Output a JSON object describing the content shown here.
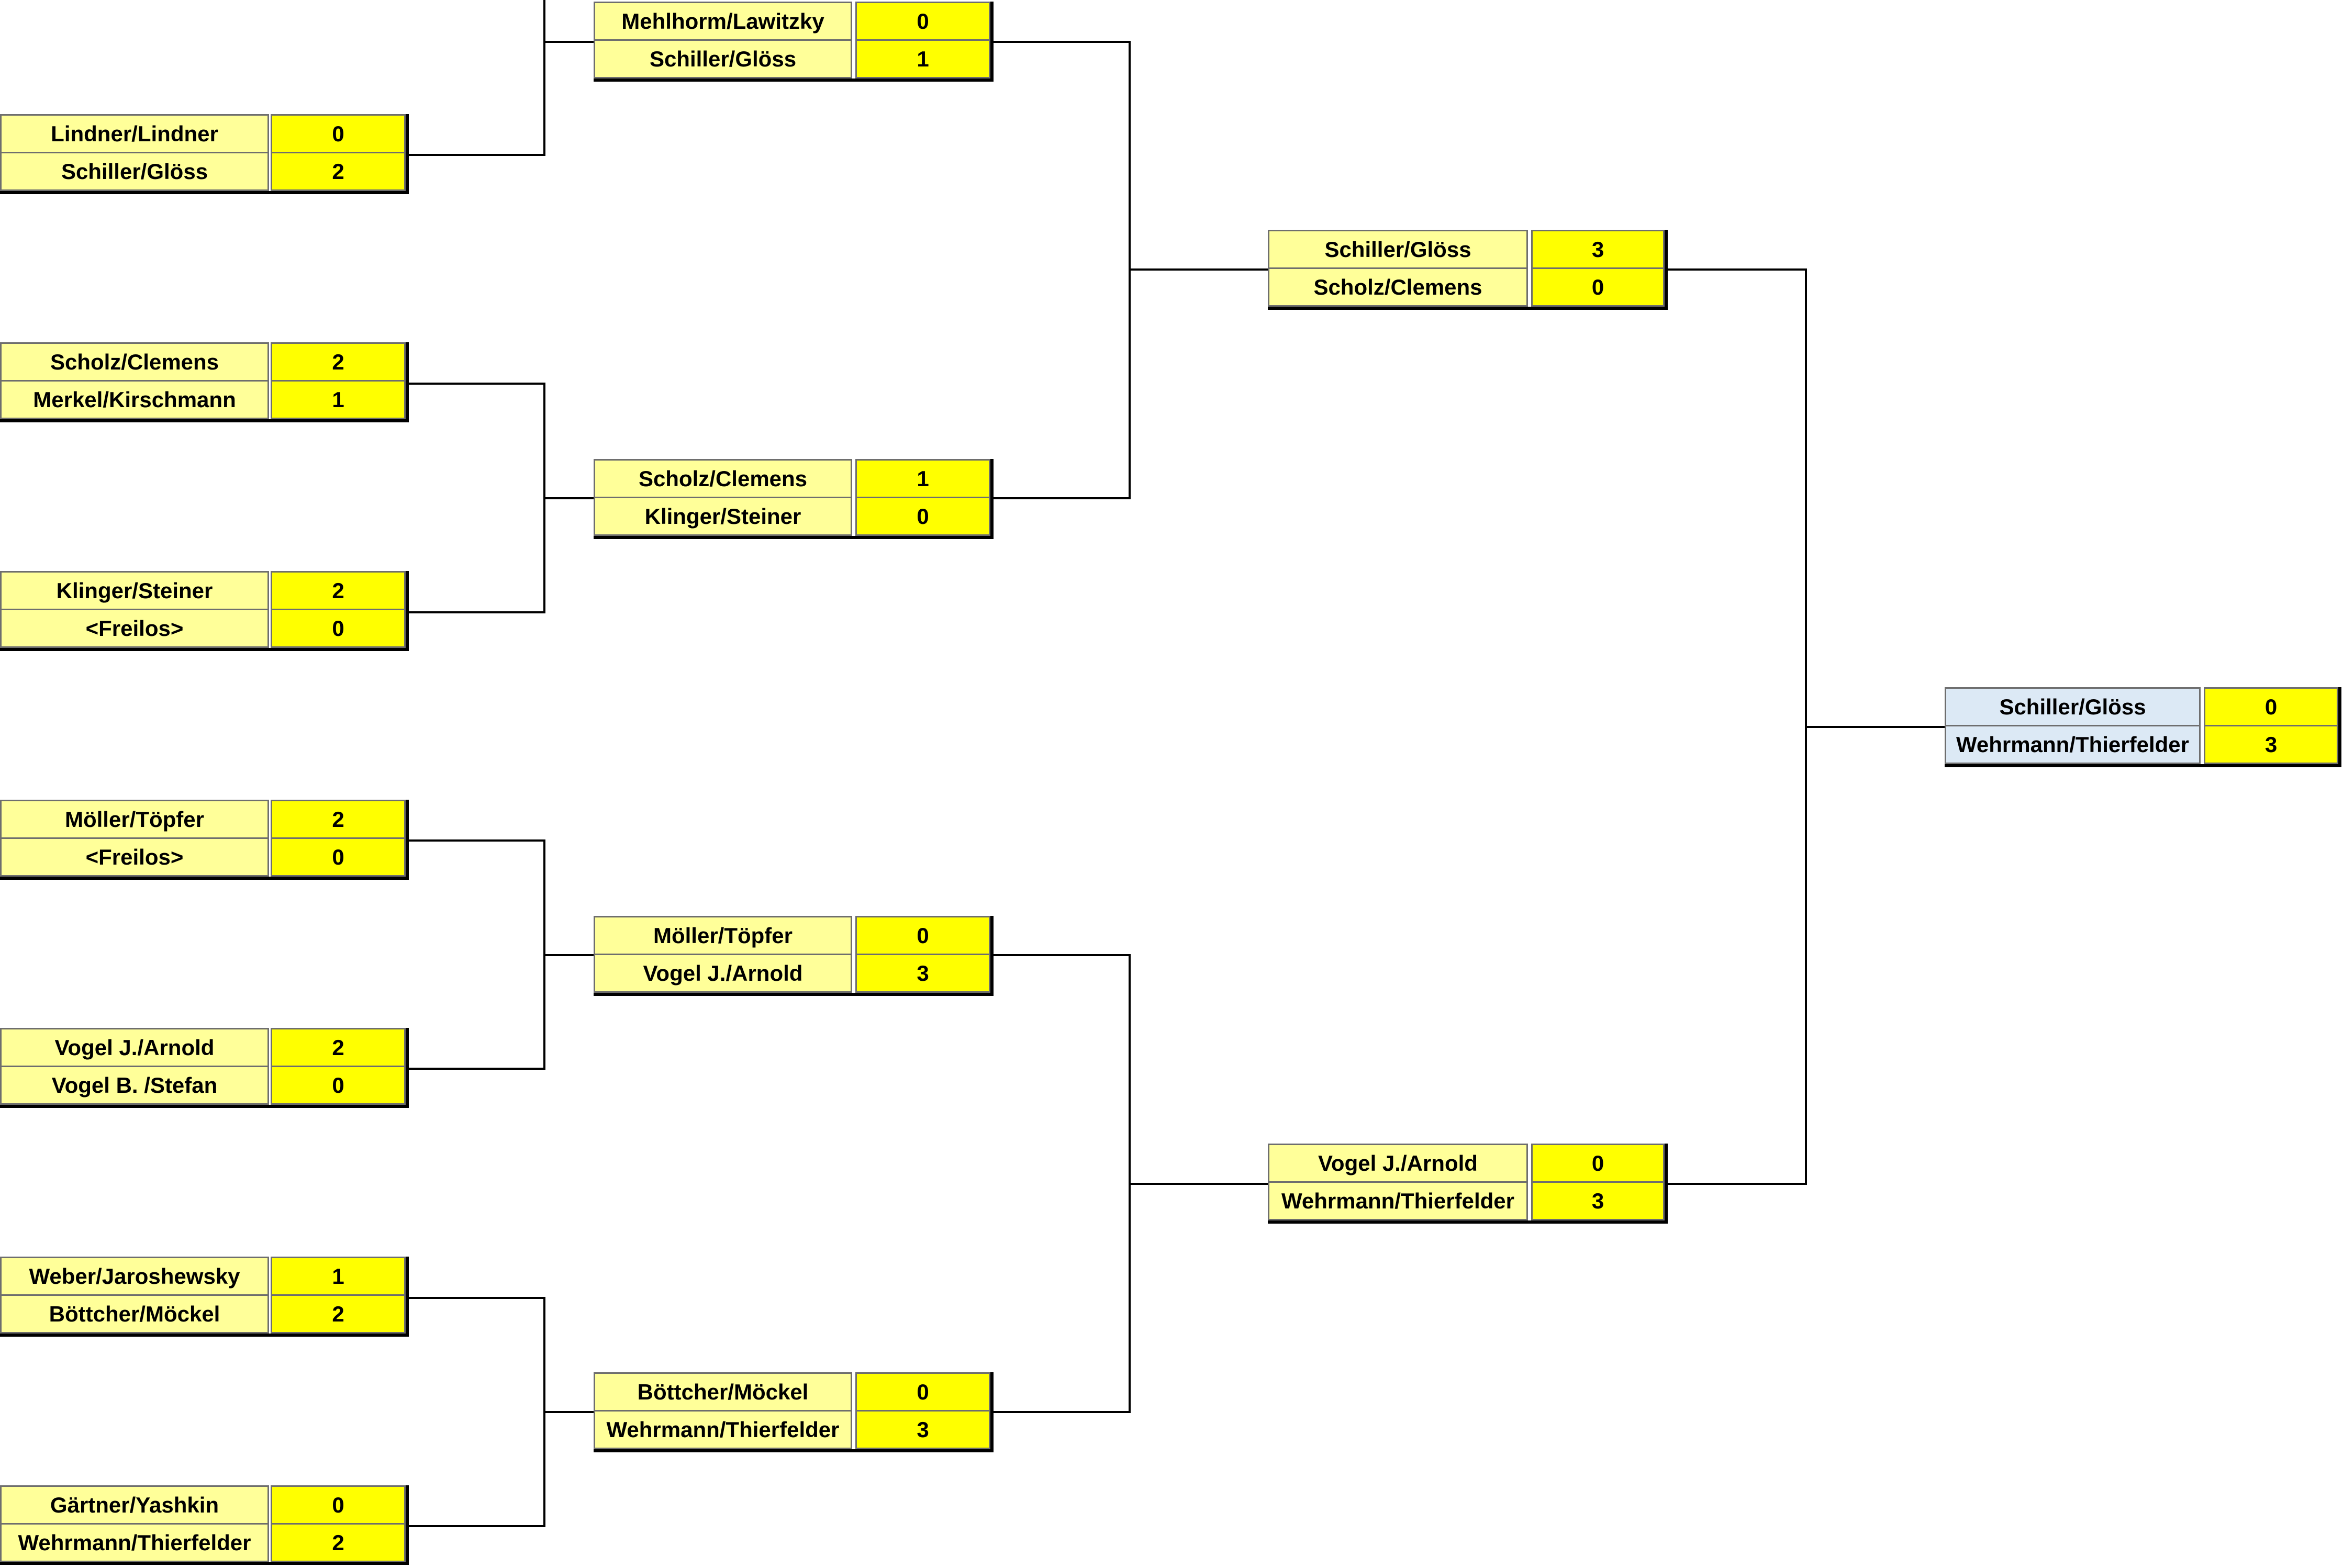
{
  "rounds": [
    {
      "round": 1,
      "matches": [
        {
          "id": "r1m1",
          "teams": [
            {
              "name": "Lindner/Lindner",
              "score": "0"
            },
            {
              "name": "Schiller/Glöss",
              "score": "2"
            }
          ]
        },
        {
          "id": "r1m2",
          "teams": [
            {
              "name": "Scholz/Clemens",
              "score": "2"
            },
            {
              "name": "Merkel/Kirschmann",
              "score": "1"
            }
          ]
        },
        {
          "id": "r1m3",
          "teams": [
            {
              "name": "Klinger/Steiner",
              "score": "2"
            },
            {
              "name": "<Freilos>",
              "score": "0"
            }
          ]
        },
        {
          "id": "r1m4",
          "teams": [
            {
              "name": "Möller/Töpfer",
              "score": "2"
            },
            {
              "name": "<Freilos>",
              "score": "0"
            }
          ]
        },
        {
          "id": "r1m5",
          "teams": [
            {
              "name": "Vogel J./Arnold",
              "score": "2"
            },
            {
              "name": "Vogel B. /Stefan",
              "score": "0"
            }
          ]
        },
        {
          "id": "r1m6",
          "teams": [
            {
              "name": "Weber/Jaroshewsky",
              "score": "1"
            },
            {
              "name": "Böttcher/Möckel",
              "score": "2"
            }
          ]
        },
        {
          "id": "r1m7",
          "teams": [
            {
              "name": "Gärtner/Yashkin",
              "score": "0"
            },
            {
              "name": "Wehrmann/Thierfelder",
              "score": "2"
            }
          ]
        }
      ]
    },
    {
      "round": 2,
      "matches": [
        {
          "id": "r2m1",
          "teams": [
            {
              "name": "Mehlhorm/Lawitzky",
              "score": "0"
            },
            {
              "name": "Schiller/Glöss",
              "score": "1"
            }
          ]
        },
        {
          "id": "r2m2",
          "teams": [
            {
              "name": "Scholz/Clemens",
              "score": "1"
            },
            {
              "name": "Klinger/Steiner",
              "score": "0"
            }
          ]
        },
        {
          "id": "r2m3",
          "teams": [
            {
              "name": "Möller/Töpfer",
              "score": "0"
            },
            {
              "name": "Vogel J./Arnold",
              "score": "3"
            }
          ]
        },
        {
          "id": "r2m4",
          "teams": [
            {
              "name": "Böttcher/Möckel",
              "score": "0"
            },
            {
              "name": "Wehrmann/Thierfelder",
              "score": "3"
            }
          ]
        }
      ]
    },
    {
      "round": 3,
      "matches": [
        {
          "id": "r3m1",
          "teams": [
            {
              "name": "Schiller/Glöss",
              "score": "3"
            },
            {
              "name": "Scholz/Clemens",
              "score": "0"
            }
          ]
        },
        {
          "id": "r3m2",
          "teams": [
            {
              "name": "Vogel J./Arnold",
              "score": "0"
            },
            {
              "name": "Wehrmann/Thierfelder",
              "score": "3"
            }
          ]
        }
      ]
    },
    {
      "round": 4,
      "matches": [
        {
          "id": "r4m1",
          "teams": [
            {
              "name": "Schiller/Glöss",
              "score": "0"
            },
            {
              "name": "Wehrmann/Thierfelder",
              "score": "3"
            }
          ]
        }
      ]
    }
  ],
  "colors": {
    "name_cell": "#ffff99",
    "score_cell": "#ffff00",
    "final_name_cell": "#dce9f5",
    "connector_line": "#000000"
  }
}
